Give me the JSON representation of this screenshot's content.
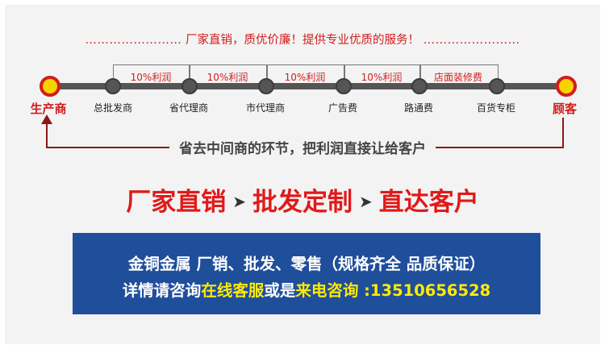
{
  "header": {
    "left_dots": "……………………",
    "slogan": "厂家直销，质优价廉！提供专业优质的服务！",
    "right_dots": "……………………"
  },
  "chain": {
    "start": "生产商",
    "end": "顾客",
    "nodes": [
      "总批发商",
      "省代理商",
      "市代理商",
      "广告费",
      "路通费",
      "百货专柜"
    ],
    "brackets": [
      "10%利润",
      "10%利润",
      "10%利润",
      "10%利润",
      "店面装修费"
    ]
  },
  "middle": {
    "text": "省去中间商的环节，把利润直接让给客户"
  },
  "flow": {
    "step1": "厂家直销",
    "step2": "批发定制",
    "step3": "直达客户"
  },
  "panel": {
    "line1": "金铜金属  厂销、批发、零售（规格齐全 品质保证）",
    "line2_prefix": "详情请咨询",
    "line2_highlight1": "在线客服",
    "line2_mid": "或是",
    "line2_highlight2": "来电咨询 :13510656528"
  },
  "colors": {
    "accent_red": "#d21d1d",
    "panel_blue": "#1f4e9b",
    "highlight_yellow": "#ffeb00"
  }
}
